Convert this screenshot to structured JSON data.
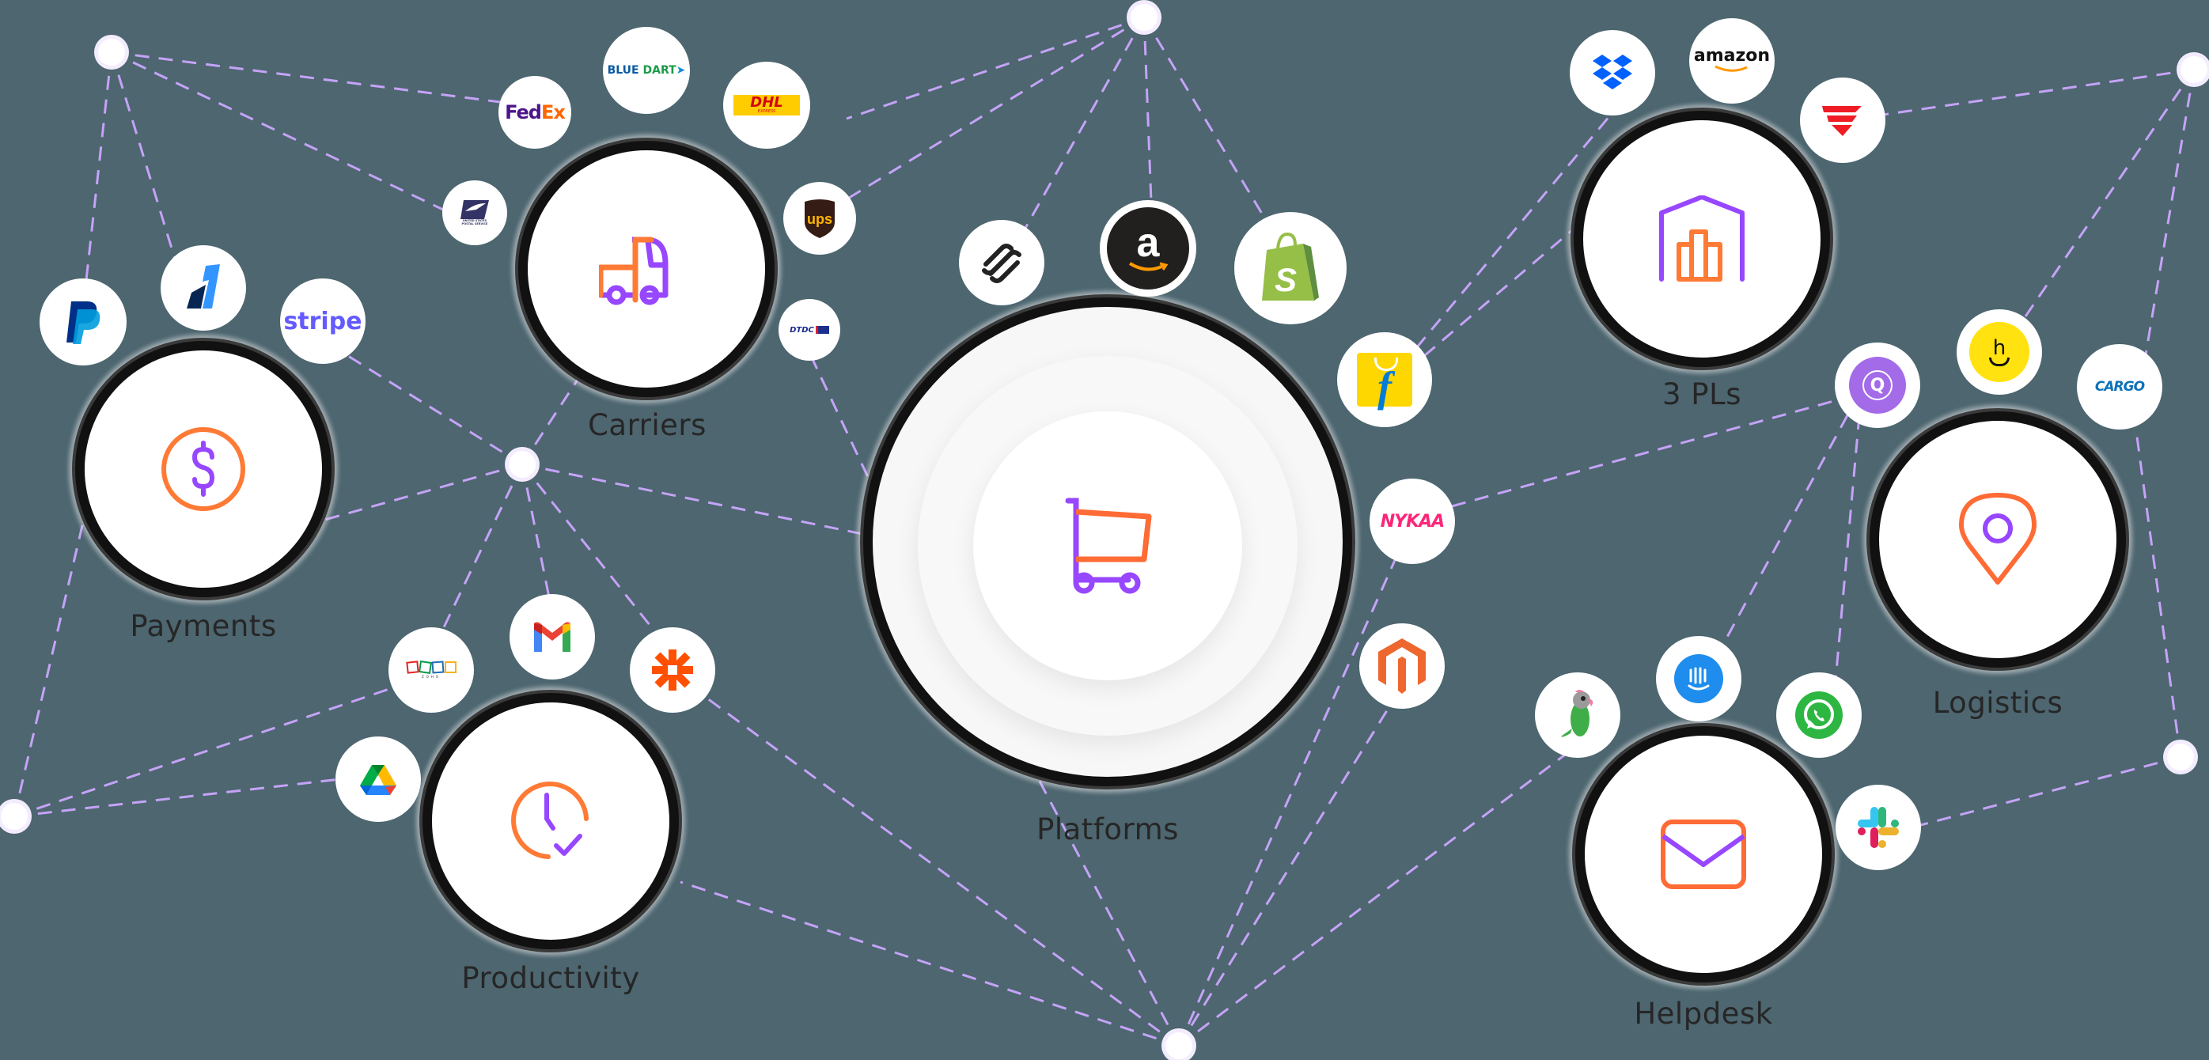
{
  "colors": {
    "background": "#4d6670",
    "connector": "#c5a3f7",
    "accent_orange": "#ff6b35",
    "accent_purple": "#9747ff",
    "label_text": "#262626"
  },
  "categories": [
    {
      "id": "payments",
      "label": "Payments",
      "icon": "dollar-circle-icon"
    },
    {
      "id": "carriers",
      "label": "Carriers",
      "icon": "truck-icon"
    },
    {
      "id": "platforms",
      "label": "Platforms",
      "icon": "shopping-cart-icon"
    },
    {
      "id": "3pls",
      "label": "3 PLs",
      "icon": "warehouse-icon"
    },
    {
      "id": "logistics",
      "label": "Logistics",
      "icon": "map-pin-icon"
    },
    {
      "id": "productivity",
      "label": "Productivity",
      "icon": "clock-check-icon"
    },
    {
      "id": "helpdesk",
      "label": "Helpdesk",
      "icon": "mail-icon"
    }
  ],
  "integrations": {
    "payments": [
      {
        "name": "PayPal",
        "text": "P"
      },
      {
        "name": "Razorpay",
        "text": ""
      },
      {
        "name": "Stripe",
        "text": "stripe"
      }
    ],
    "carriers": [
      {
        "name": "FedEx",
        "text_a": "Fed",
        "text_b": "Ex"
      },
      {
        "name": "Blue Dart",
        "text_a": "BLUE",
        "text_b": "DART"
      },
      {
        "name": "DHL",
        "text": "DHL",
        "subtext": "EXPRESS"
      },
      {
        "name": "USPS",
        "text": "UNITED STATES POSTAL SERVICE"
      },
      {
        "name": "UPS",
        "text": "ups"
      },
      {
        "name": "DTDC",
        "text": "DTDC"
      }
    ],
    "platforms": [
      {
        "name": "Squarespace",
        "text": ""
      },
      {
        "name": "Amazon",
        "text": "a"
      },
      {
        "name": "Shopify",
        "text": "S"
      },
      {
        "name": "Flipkart",
        "text": "f"
      },
      {
        "name": "Nykaa",
        "text": "NYKAA"
      },
      {
        "name": "Magento",
        "text": ""
      }
    ],
    "3pls": [
      {
        "name": "Dropbox",
        "text": ""
      },
      {
        "name": "Amazon",
        "text": "amazon"
      },
      {
        "name": "Shiprocket",
        "text": ""
      }
    ],
    "logistics": [
      {
        "name": "Qikink",
        "text": "Q"
      },
      {
        "name": "Hoopla",
        "text": "h"
      },
      {
        "name": "Cargo",
        "text": "CARGO"
      }
    ],
    "productivity": [
      {
        "name": "Zoho",
        "text": "ZOHO"
      },
      {
        "name": "Gmail",
        "text": "M"
      },
      {
        "name": "Zapier",
        "text": ""
      },
      {
        "name": "Google Drive",
        "text": ""
      }
    ],
    "helpdesk": [
      {
        "name": "Freshdesk",
        "text": ""
      },
      {
        "name": "Intercom",
        "text": ""
      },
      {
        "name": "WhatsApp",
        "text": ""
      },
      {
        "name": "Slack",
        "text": ""
      }
    ]
  }
}
